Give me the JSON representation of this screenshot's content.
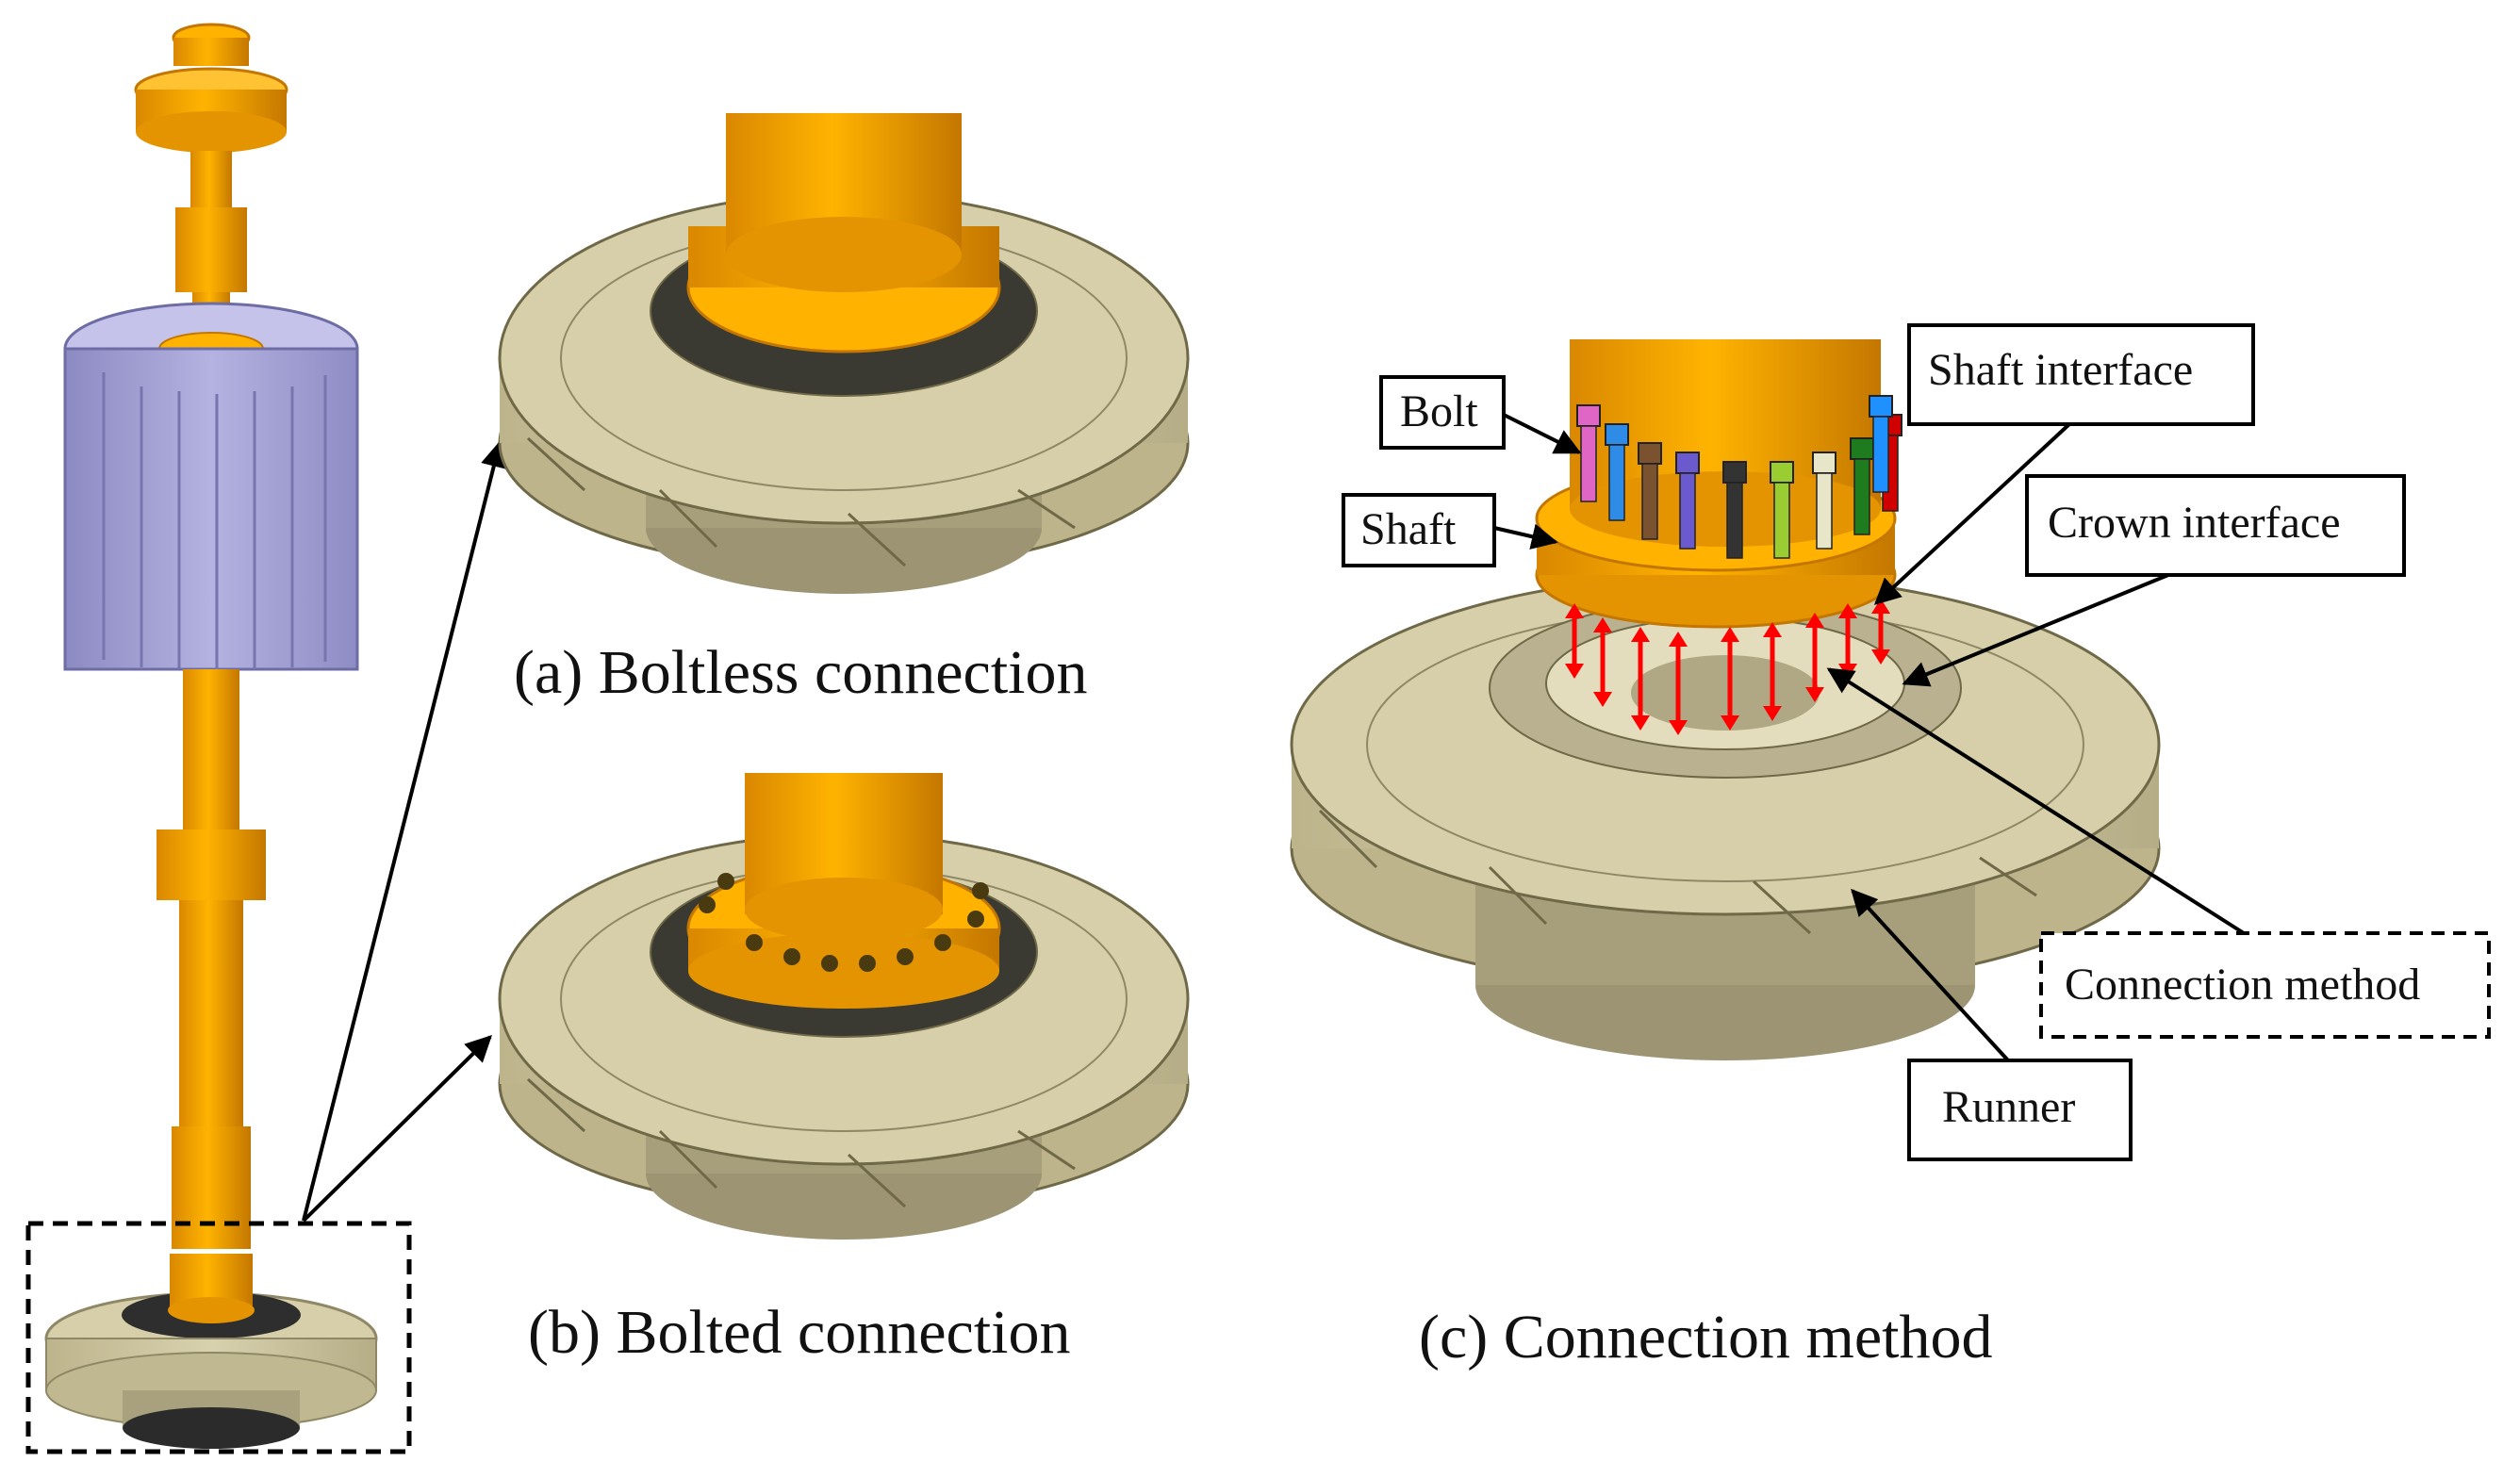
{
  "captions": {
    "a": "(a) Boltless connection",
    "b": "(b) Bolted connection",
    "c": "(c) Connection method"
  },
  "labels": {
    "bolt": "Bolt",
    "shaft": "Shaft",
    "shaft_interface": "Shaft interface",
    "crown_interface": "Crown interface",
    "connection_method": "Connection method",
    "runner": "Runner"
  },
  "colors": {
    "shaft": "#F5A100",
    "shaft_dark": "#C97A00",
    "runner": "#CFC7A2",
    "runner_dark": "#8F8866",
    "rotor": "#A9A7D6",
    "arrow_red": "#FF0000",
    "bolt_colors": [
      "#E066C6",
      "#2E8BE6",
      "#7A5230",
      "#6A5ACD",
      "#333333",
      "#9ACD32",
      "#E8E6C8",
      "#1E7B1E",
      "#D00000",
      "#1E90FF"
    ]
  }
}
